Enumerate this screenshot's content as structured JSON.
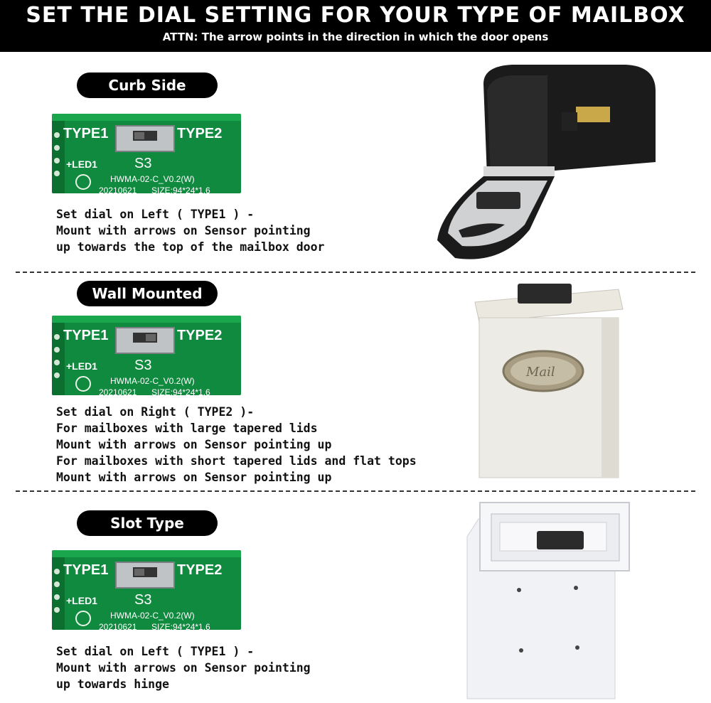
{
  "header": {
    "title": "SET THE DIAL SETTING FOR YOUR TYPE OF MAILBOX",
    "subtitle": "ATTN: The arrow points in the direction in which the door opens"
  },
  "sections": [
    {
      "label": "Curb Side",
      "lines": [
        "Set dial on Left ( TYPE1 ) -",
        "Mount with arrows on Sensor pointing",
        "up towards the top of the mailbox door"
      ]
    },
    {
      "label": "Wall Mounted",
      "lines": [
        "Set dial on Right ( TYPE2 )-",
        "For mailboxes with large tapered lids",
        "Mount with arrows on Sensor pointing up",
        "For mailboxes with short tapered lids and flat tops",
        "Mount with arrows on Sensor pointing up"
      ]
    },
    {
      "label": "Slot Type",
      "lines": [
        "Set dial on Left ( TYPE1 ) -",
        "Mount with arrows on Sensor pointing",
        "up towards hinge"
      ]
    }
  ],
  "pcb": {
    "type1": "TYPE1",
    "type2": "TYPE2",
    "switch_id": "S3",
    "led": "+LED1",
    "board_code": "HWMA-02-C_V0.2(W)",
    "date": "20210621",
    "size": "SIZE:94*24*1.6"
  },
  "wall_plate_text": "Mail",
  "colors": {
    "pcb_green": "#0f8a3e",
    "header_bg": "#000000",
    "brass": "#c9a84a"
  }
}
